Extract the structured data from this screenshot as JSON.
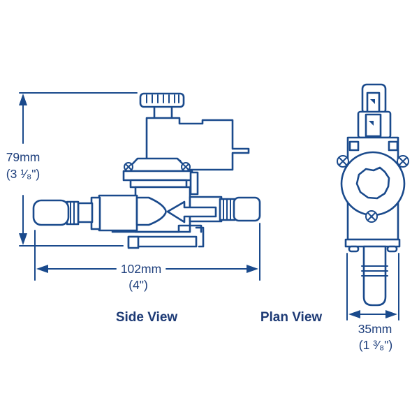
{
  "drawing": {
    "title_context": "valve dimension drawing",
    "colors": {
      "line": "#1a4a8c",
      "text": "#1e3f7c"
    },
    "dim_height": {
      "mm": "79mm",
      "inch": "(3 ¹⁄₈\")"
    },
    "dim_width": {
      "mm": "102mm",
      "inch": "(4\")"
    },
    "dim_plan": {
      "mm": "35mm",
      "inch": "(1 ³⁄₈\")"
    },
    "labels": {
      "side_view": "Side View",
      "plan_view": "Plan View"
    }
  }
}
